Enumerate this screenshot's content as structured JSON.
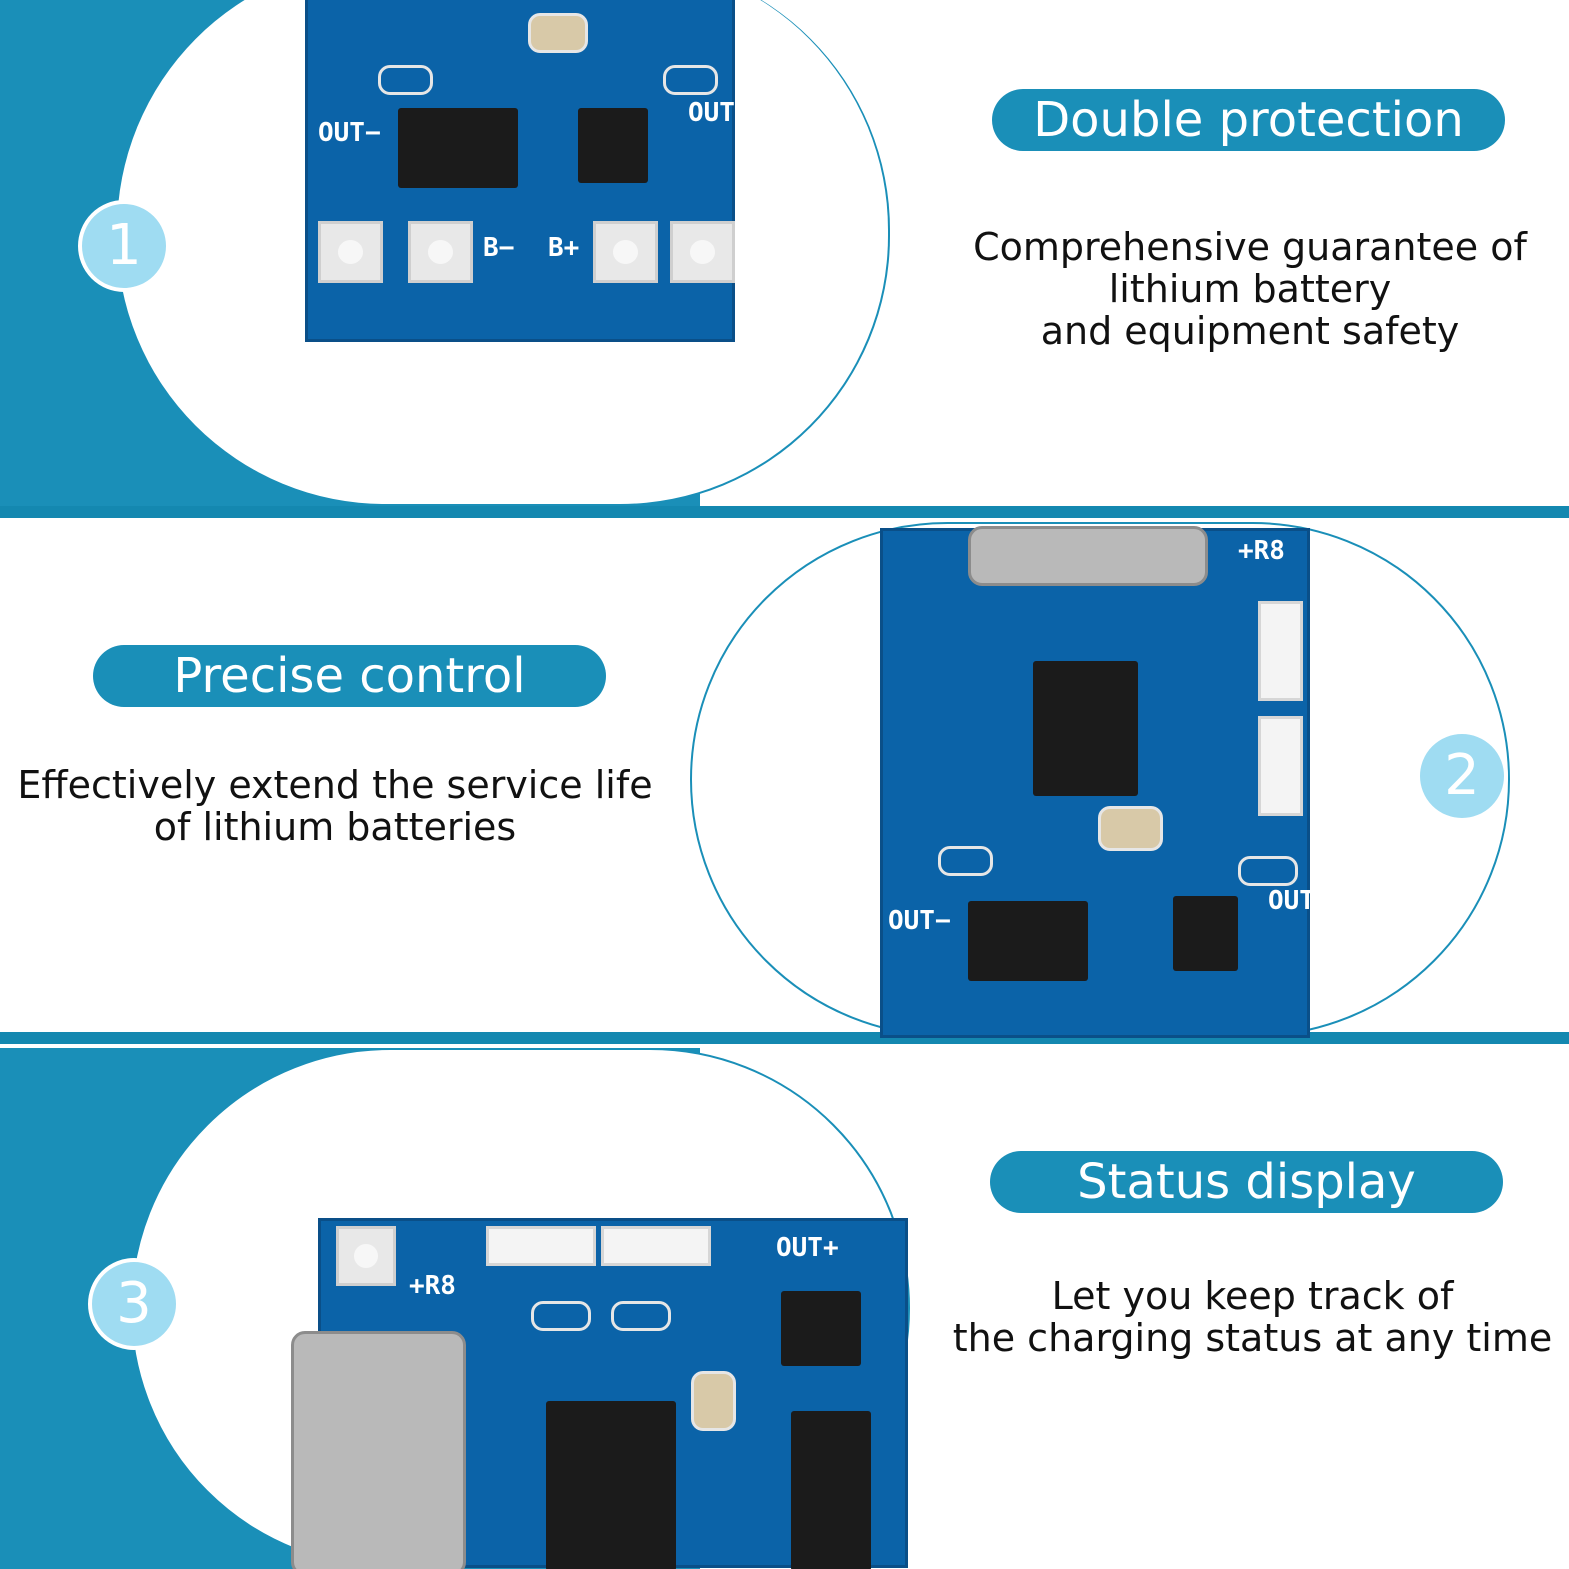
{
  "sections": [
    {
      "number": "1",
      "title": "Double protection",
      "lines": [
        "Comprehensive guarantee of",
        "lithium battery",
        "and equipment safety"
      ]
    },
    {
      "number": "2",
      "title": "Precise control",
      "lines": [
        "Effectively extend the service life",
        "of lithium batteries"
      ]
    },
    {
      "number": "3",
      "title": "Status display",
      "lines": [
        "Let you keep track of",
        "the charging status at any time"
      ]
    }
  ],
  "pcb_labels": {
    "out_minus": "OUT−",
    "out_plus": "OUT+",
    "b_minus": "B−",
    "b_plus": "B+",
    "r8": "+R8"
  },
  "colors": {
    "accent_blue": "#1a8fb8",
    "badge_blue": "#9fdcf2",
    "pcb_blue": "#0b63a8",
    "text": "#111111"
  }
}
